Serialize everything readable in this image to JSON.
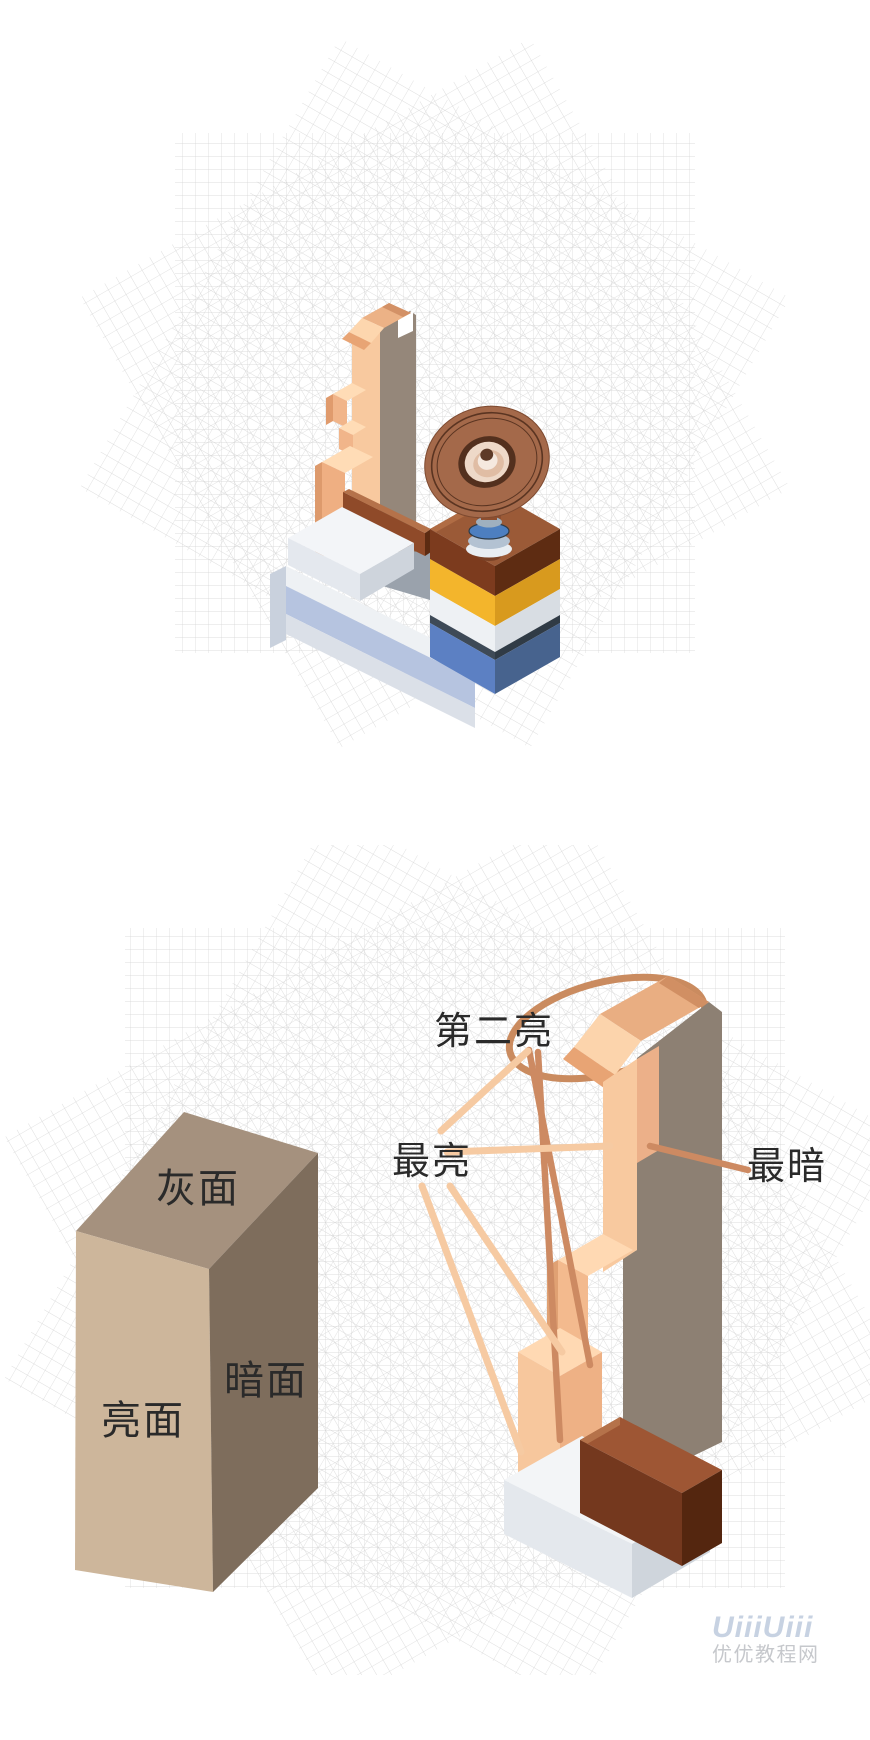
{
  "labels": {
    "cube": {
      "gray_face": "灰面",
      "light_face": "亮面",
      "dark_face": "暗面"
    },
    "tower": {
      "second_brightest": "第二亮",
      "brightest": "最亮",
      "darkest": "最暗"
    }
  },
  "watermark": {
    "logo": "UiiiUiii",
    "site": "优优教程网"
  },
  "palette": {
    "tower_front": "#f8c99f",
    "tower_side_dark": "#908376",
    "tower_cap_light": "#fcd4ac",
    "tower_cap_top": "#ecb286",
    "tower_cap_band": "#d18f63",
    "step_top": "#ffdcb6",
    "step_bevel": "#e09b6d",
    "brown_box_front": "#8f4a29",
    "brown_box_side": "#5c2b12",
    "brown_box_bevel": "#b5724a",
    "slab_brown_top": "#9b5a37",
    "slab_yellow": "#f3b52c",
    "slab_white": "#eef1f4",
    "slab_navy": "#3e4a57",
    "slab_blue": "#5c80c3",
    "platform_blue": "#b6c4e0",
    "platform_floor_gray": "#9aa2ac",
    "disc_outer": "#a4694a",
    "disc_dark_ring": "#53301e",
    "disc_cream": "#eed9c8",
    "pedestal_blue": "#4d7fc0",
    "cube_top": "#a5917e",
    "cube_light": "#cdb69b",
    "cube_dark": "#7e6d5c",
    "callout_peach": "#f6caa2",
    "callout_salmon": "#cd8a62",
    "grid_line": "#c8c8c8",
    "label_text": "#2a2a2a",
    "watermark_logo": "#c7d2e2",
    "watermark_text": "#c6c8cc"
  }
}
